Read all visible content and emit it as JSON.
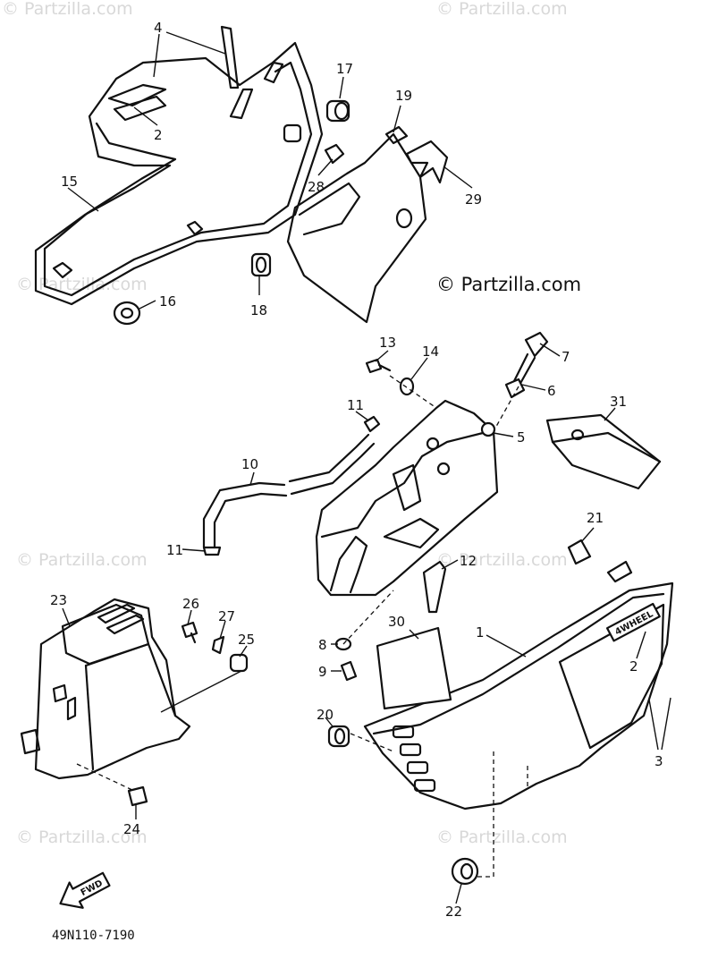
{
  "copyright_notice": "© Partzilla.com",
  "watermark_text": "© Partzilla.com",
  "drawing_code": "49N110-7190",
  "direction_arrow_label": "FWD",
  "side_cover_decal": "4WHEEL",
  "part_callouts": {
    "c1": "1",
    "c2a": "2",
    "c2b": "2",
    "c3": "3",
    "c4": "4",
    "c5": "5",
    "c6": "6",
    "c7": "7",
    "c8": "8",
    "c9": "9",
    "c10": "10",
    "c11a": "11",
    "c11b": "11",
    "c12": "12",
    "c13": "13",
    "c14": "14",
    "c15": "15",
    "c16": "16",
    "c17": "17",
    "c18": "18",
    "c19": "19",
    "c20": "20",
    "c21": "21",
    "c22": "22",
    "c23": "23",
    "c24": "24",
    "c25": "25",
    "c26": "26",
    "c27": "27",
    "c28": "28",
    "c29": "29",
    "c30": "30",
    "c31": "31"
  },
  "colors": {
    "line": "#111111",
    "background": "#ffffff",
    "watermark": "#d8d8d8"
  }
}
